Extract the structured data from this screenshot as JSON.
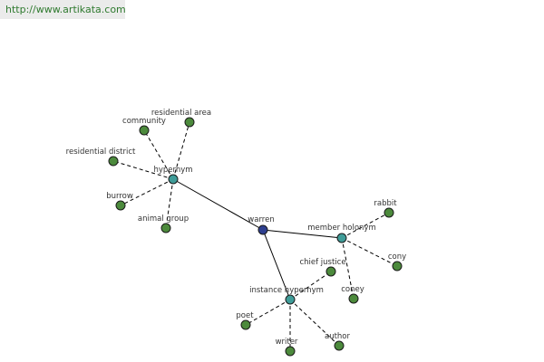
{
  "url": "http://www.artikata.com",
  "colors": {
    "root": "#2e3f8f",
    "relation": "#3f9c98",
    "leaf": "#4c8a3c"
  },
  "nodes": [
    {
      "id": "warren",
      "label": "warren",
      "type": "root"
    },
    {
      "id": "hypernym",
      "label": "hypernym",
      "type": "relation"
    },
    {
      "id": "member-holonym",
      "label": "member holonym",
      "type": "relation"
    },
    {
      "id": "instance-hypernym",
      "label": "instance hypernym",
      "type": "relation"
    },
    {
      "id": "residential-area",
      "label": "residential area",
      "type": "leaf"
    },
    {
      "id": "community",
      "label": "community",
      "type": "leaf"
    },
    {
      "id": "residential-district",
      "label": "residential district",
      "type": "leaf"
    },
    {
      "id": "burrow",
      "label": "burrow",
      "type": "leaf"
    },
    {
      "id": "animal-group",
      "label": "animal group",
      "type": "leaf"
    },
    {
      "id": "rabbit",
      "label": "rabbit",
      "type": "leaf"
    },
    {
      "id": "cony",
      "label": "cony",
      "type": "leaf"
    },
    {
      "id": "coney",
      "label": "coney",
      "type": "leaf"
    },
    {
      "id": "chief-justice",
      "label": "chief justice",
      "type": "leaf"
    },
    {
      "id": "poet",
      "label": "poet",
      "type": "leaf"
    },
    {
      "id": "writer",
      "label": "writer",
      "type": "leaf"
    },
    {
      "id": "author",
      "label": "author",
      "type": "leaf"
    }
  ],
  "edges": [
    {
      "from": "warren",
      "to": "hypernym",
      "style": "solid"
    },
    {
      "from": "warren",
      "to": "member-holonym",
      "style": "solid"
    },
    {
      "from": "warren",
      "to": "instance-hypernym",
      "style": "solid"
    },
    {
      "from": "hypernym",
      "to": "residential-area",
      "style": "dashed"
    },
    {
      "from": "hypernym",
      "to": "community",
      "style": "dashed"
    },
    {
      "from": "hypernym",
      "to": "residential-district",
      "style": "dashed"
    },
    {
      "from": "hypernym",
      "to": "burrow",
      "style": "dashed"
    },
    {
      "from": "hypernym",
      "to": "animal-group",
      "style": "dashed"
    },
    {
      "from": "member-holonym",
      "to": "rabbit",
      "style": "dashed"
    },
    {
      "from": "member-holonym",
      "to": "cony",
      "style": "dashed"
    },
    {
      "from": "member-holonym",
      "to": "coney",
      "style": "dashed"
    },
    {
      "from": "instance-hypernym",
      "to": "chief-justice",
      "style": "dashed"
    },
    {
      "from": "instance-hypernym",
      "to": "poet",
      "style": "dashed"
    },
    {
      "from": "instance-hypernym",
      "to": "writer",
      "style": "dashed"
    },
    {
      "from": "instance-hypernym",
      "to": "author",
      "style": "dashed"
    }
  ]
}
